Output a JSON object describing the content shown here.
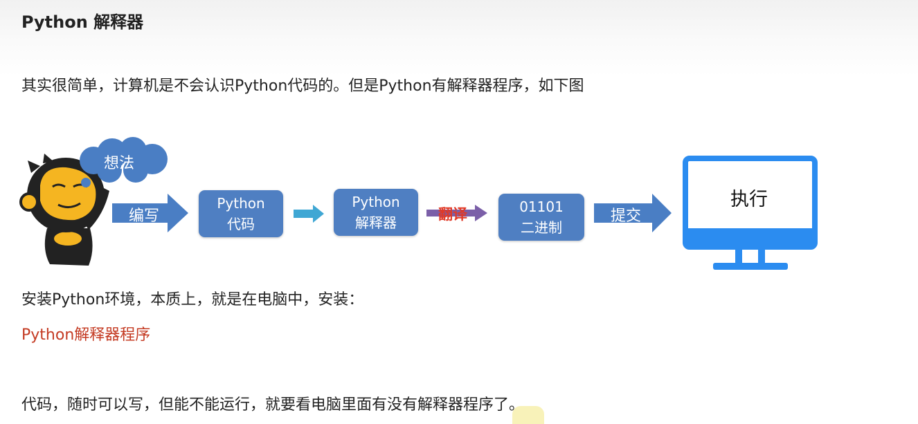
{
  "title": "Python 解释器",
  "lines": {
    "intro": "其实很简单，计算机是不会认识Python代码的。但是Python有解释器程序，如下图",
    "install": "安装Python环境，本质上，就是在电脑中，安装：",
    "highlight": "Python解释器程序",
    "conclusion": "代码，随时可以写，但能不能运行，就要看电脑里面有没有解释器程序了。"
  },
  "diagram": {
    "thought": "想法",
    "write_label": "编写",
    "code_box": [
      "Python",
      "代码"
    ],
    "interpreter_box": [
      "Python",
      "解释器"
    ],
    "translate_label": "翻译",
    "binary_box": [
      "01101",
      "二进制"
    ],
    "submit_label": "提交",
    "execute_label": "执行"
  },
  "colors": {
    "box_blue": "#4f7fc2",
    "arrow_blue": "#4a7ec4",
    "teal_arrow": "#3fa7d4",
    "purple_arrow": "#7b5fa8",
    "monitor_blue": "#2b8cf0",
    "translate_red": "#e03a28",
    "highlight_red": "#c43a22"
  },
  "icons": {
    "character": "monkey-mascot-icon",
    "thought": "thought-cloud-icon",
    "computer": "monitor-icon"
  }
}
